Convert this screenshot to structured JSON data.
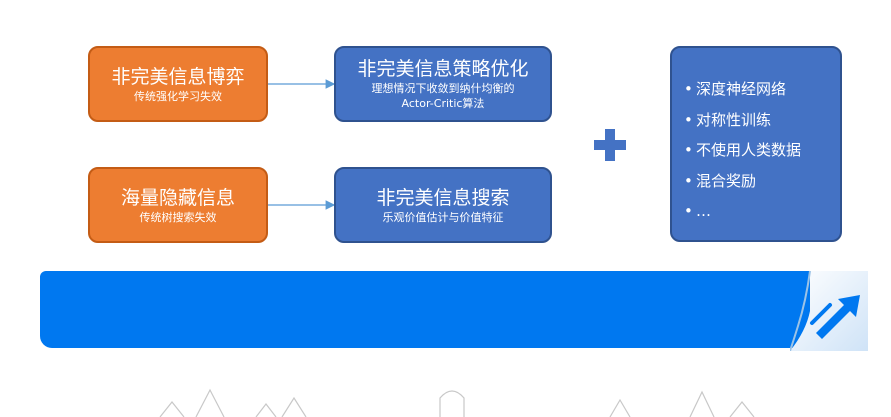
{
  "left_top": {
    "title": "非完美信息博弈",
    "subtitle": "传统强化学习失效"
  },
  "right_top": {
    "title": "非完美信息策略优化",
    "subtitle_line1": "理想情况下收敛到纳什均衡的",
    "subtitle_line2": "Actor-Critic算法"
  },
  "left_bottom": {
    "title": "海量隐藏信息",
    "subtitle": "传统树搜索失效"
  },
  "right_bottom": {
    "title": "非完美信息搜索",
    "subtitle": "乐观价值估计与价值特征"
  },
  "features": {
    "items": [
      "深度神经网络",
      "对称性训练",
      "不使用人类数据",
      "混合奖励",
      "…"
    ]
  },
  "plus_symbol": "plus-icon",
  "logo": "arrow-logo-icon",
  "colors": {
    "orange": "#ed7d31",
    "blue_box": "#4472c4",
    "banner": "#0078f0"
  }
}
